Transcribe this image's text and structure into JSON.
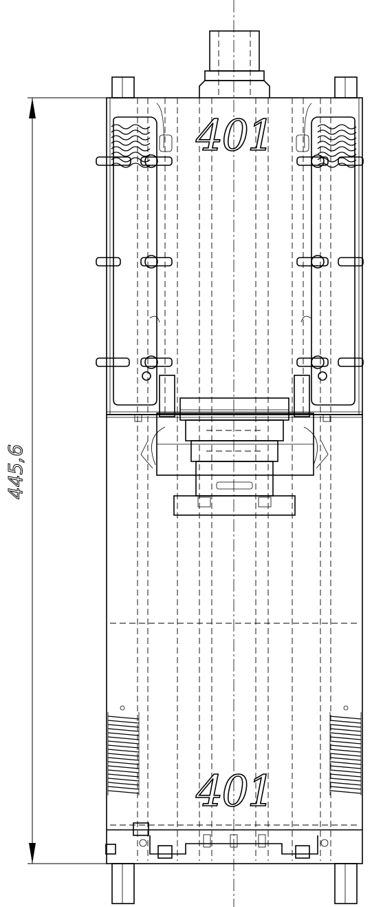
{
  "drawing": {
    "dimension_label": "445,6",
    "top_marking": "401",
    "bottom_marking": "401"
  }
}
